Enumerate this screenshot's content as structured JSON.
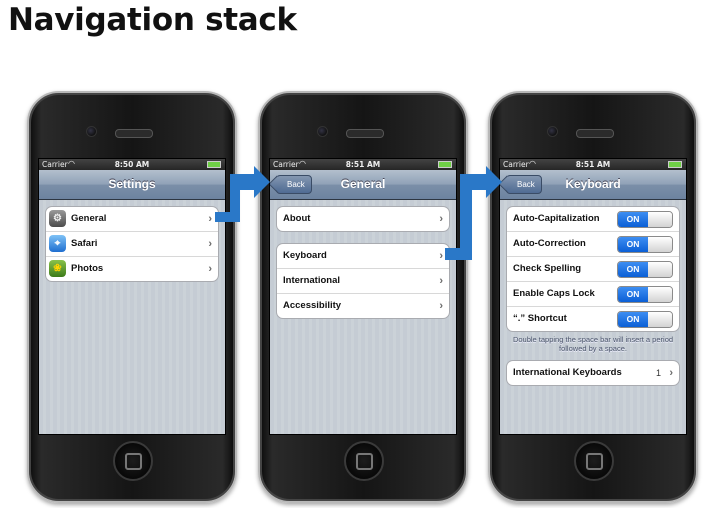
{
  "slide": {
    "title": "Navigation stack"
  },
  "status": {
    "carrier": "Carrier"
  },
  "phones": [
    {
      "time": "8:50 AM",
      "nav_title": "Settings",
      "rows": [
        {
          "label": "General",
          "icon": "gear-icon"
        },
        {
          "label": "Safari",
          "icon": "compass-icon"
        },
        {
          "label": "Photos",
          "icon": "sunflower-icon"
        }
      ]
    },
    {
      "time": "8:51 AM",
      "nav_title": "General",
      "back_label": "Back",
      "group1": [
        {
          "label": "About"
        }
      ],
      "group2": [
        {
          "label": "Keyboard"
        },
        {
          "label": "International"
        },
        {
          "label": "Accessibility"
        }
      ]
    },
    {
      "time": "8:51 AM",
      "nav_title": "Keyboard",
      "back_label": "Back",
      "toggles": [
        {
          "label": "Auto-Capitalization",
          "state": "ON"
        },
        {
          "label": "Auto-Correction",
          "state": "ON"
        },
        {
          "label": "Check Spelling",
          "state": "ON"
        },
        {
          "label": "Enable Caps Lock",
          "state": "ON"
        },
        {
          "label": "“.” Shortcut",
          "state": "ON"
        }
      ],
      "footnote": "Double tapping the space bar will insert a period followed by a space.",
      "intl_row": {
        "label": "International Keyboards",
        "value": "1"
      }
    }
  ],
  "colors": {
    "arrow": "#2a78c8",
    "toggle_on": "#1a6fe0"
  }
}
